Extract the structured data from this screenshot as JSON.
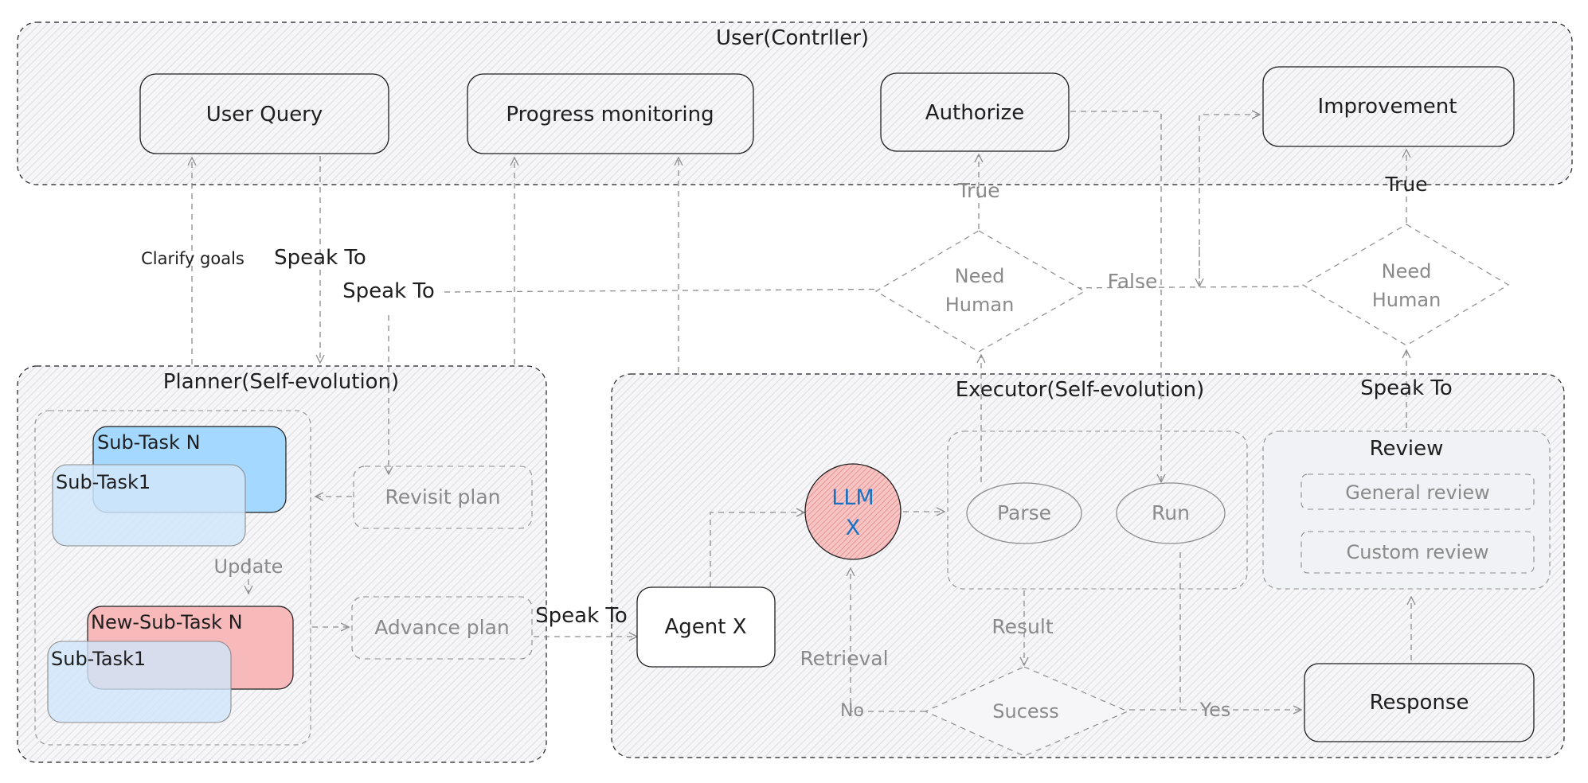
{
  "colors": {
    "ink": "#1e1e1e",
    "muted": "#8a8a8a",
    "dash": "#8c8c8c",
    "panel_fill": "#ecedf1",
    "blue_fill": "#a5d8ff",
    "blue_light": "#d0e8fb",
    "red_fill": "#f7b9b9",
    "llm_fill": "#f3b3b3",
    "llm_text": "#1971c2"
  },
  "groups": {
    "user": "User(Contrller)",
    "planner": "Planner(Self-evolution)",
    "executor": "Executor(Self-evolution)",
    "review": "Review"
  },
  "nodes": {
    "user_query": "User Query",
    "progress_monitoring": "Progress monitoring",
    "authorize": "Authorize",
    "improvement": "Improvement",
    "need_human_1_line1": "Need",
    "need_human_1_line2": "Human",
    "need_human_2_line1": "Need",
    "need_human_2_line2": "Human",
    "subtask_n": "Sub-Task N",
    "subtask1_a": "Sub-Task1",
    "new_subtask_n": "New-Sub-Task N",
    "subtask1_b": "Sub-Task1",
    "revisit_plan": "Revisit plan",
    "advance_plan": "Advance plan",
    "agent_x": "Agent X",
    "llm_line1": "LLM",
    "llm_line2": "X",
    "parse": "Parse",
    "run": "Run",
    "general_review": "General review",
    "custom_review": "Custom review",
    "success": "Sucess",
    "response": "Response"
  },
  "edge_labels": {
    "clarify_goals": "Clarify goals",
    "speak_to_1": "Speak To",
    "speak_to_2": "Speak To",
    "speak_to_3": "Speak To",
    "speak_to_4": "Speak To",
    "true_1": "True",
    "true_2": "True",
    "false": "False",
    "update": "Update",
    "result": "Result",
    "retrieval": "Retrieval",
    "no": "No",
    "yes": "Yes"
  }
}
